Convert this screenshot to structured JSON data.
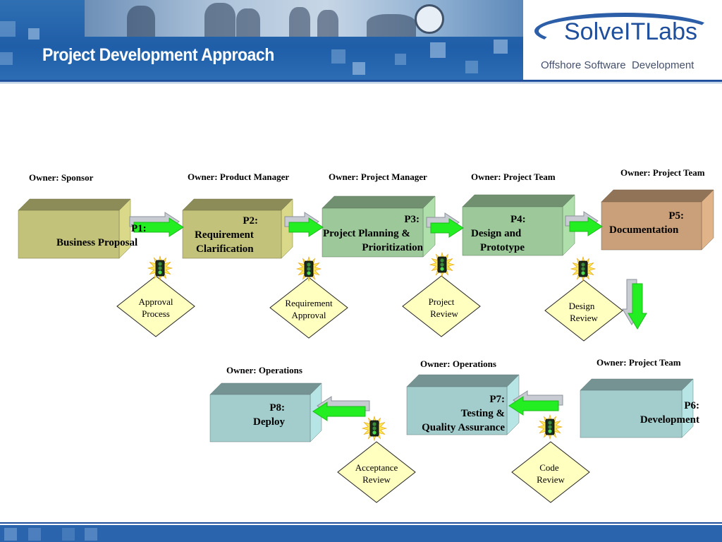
{
  "header": {
    "title": "Project Development Approach",
    "logo_text": "SolveITLabs",
    "tagline": "Offshore Software  Development"
  },
  "phases": [
    {
      "id": "P1",
      "owner": "Owner: Sponsor",
      "lines": [
        "P1:",
        "Business Proposal"
      ],
      "color": "#c3c27a"
    },
    {
      "id": "P2",
      "owner": "Owner: Product Manager",
      "lines": [
        "P2:",
        "Requirement",
        "Clarification"
      ],
      "color": "#c3c27a"
    },
    {
      "id": "P3",
      "owner": "Owner: Project Manager",
      "lines": [
        "P3:",
        "Project Planning &",
        "Prioritization"
      ],
      "color": "#9cc89a"
    },
    {
      "id": "P4",
      "owner": "Owner: Project Team",
      "lines": [
        "P4:",
        "Design and",
        "Prototype"
      ],
      "color": "#9cc89a"
    },
    {
      "id": "P5",
      "owner": "Owner: Project Team",
      "lines": [
        "P5:",
        "Documentation"
      ],
      "color": "#c9a07a"
    },
    {
      "id": "P6",
      "owner": "Owner: Project Team",
      "lines": [
        "P6:",
        "Development"
      ],
      "color": "#a3cccc"
    },
    {
      "id": "P7",
      "owner": "Owner: Operations",
      "lines": [
        "P7:",
        "Testing &",
        "Quality Assurance"
      ],
      "color": "#a3cccc"
    },
    {
      "id": "P8",
      "owner": "Owner: Operations",
      "lines": [
        "P8:",
        "Deploy"
      ],
      "color": "#a3cccc"
    }
  ],
  "gates": [
    {
      "lines": [
        "Approval",
        "Process"
      ]
    },
    {
      "lines": [
        "Requirement",
        "Approval"
      ]
    },
    {
      "lines": [
        "Project",
        "Review"
      ]
    },
    {
      "lines": [
        "Design",
        "Review"
      ]
    },
    {
      "lines": [
        "Code",
        "Review"
      ]
    },
    {
      "lines": [
        "Acceptance",
        "Review"
      ]
    }
  ],
  "colors": {
    "arrow_green": "#22ee22",
    "gate_fill": "#ffffc0",
    "banner_blue": "#1f5ea8",
    "logo_blue": "#1f4f9c"
  }
}
